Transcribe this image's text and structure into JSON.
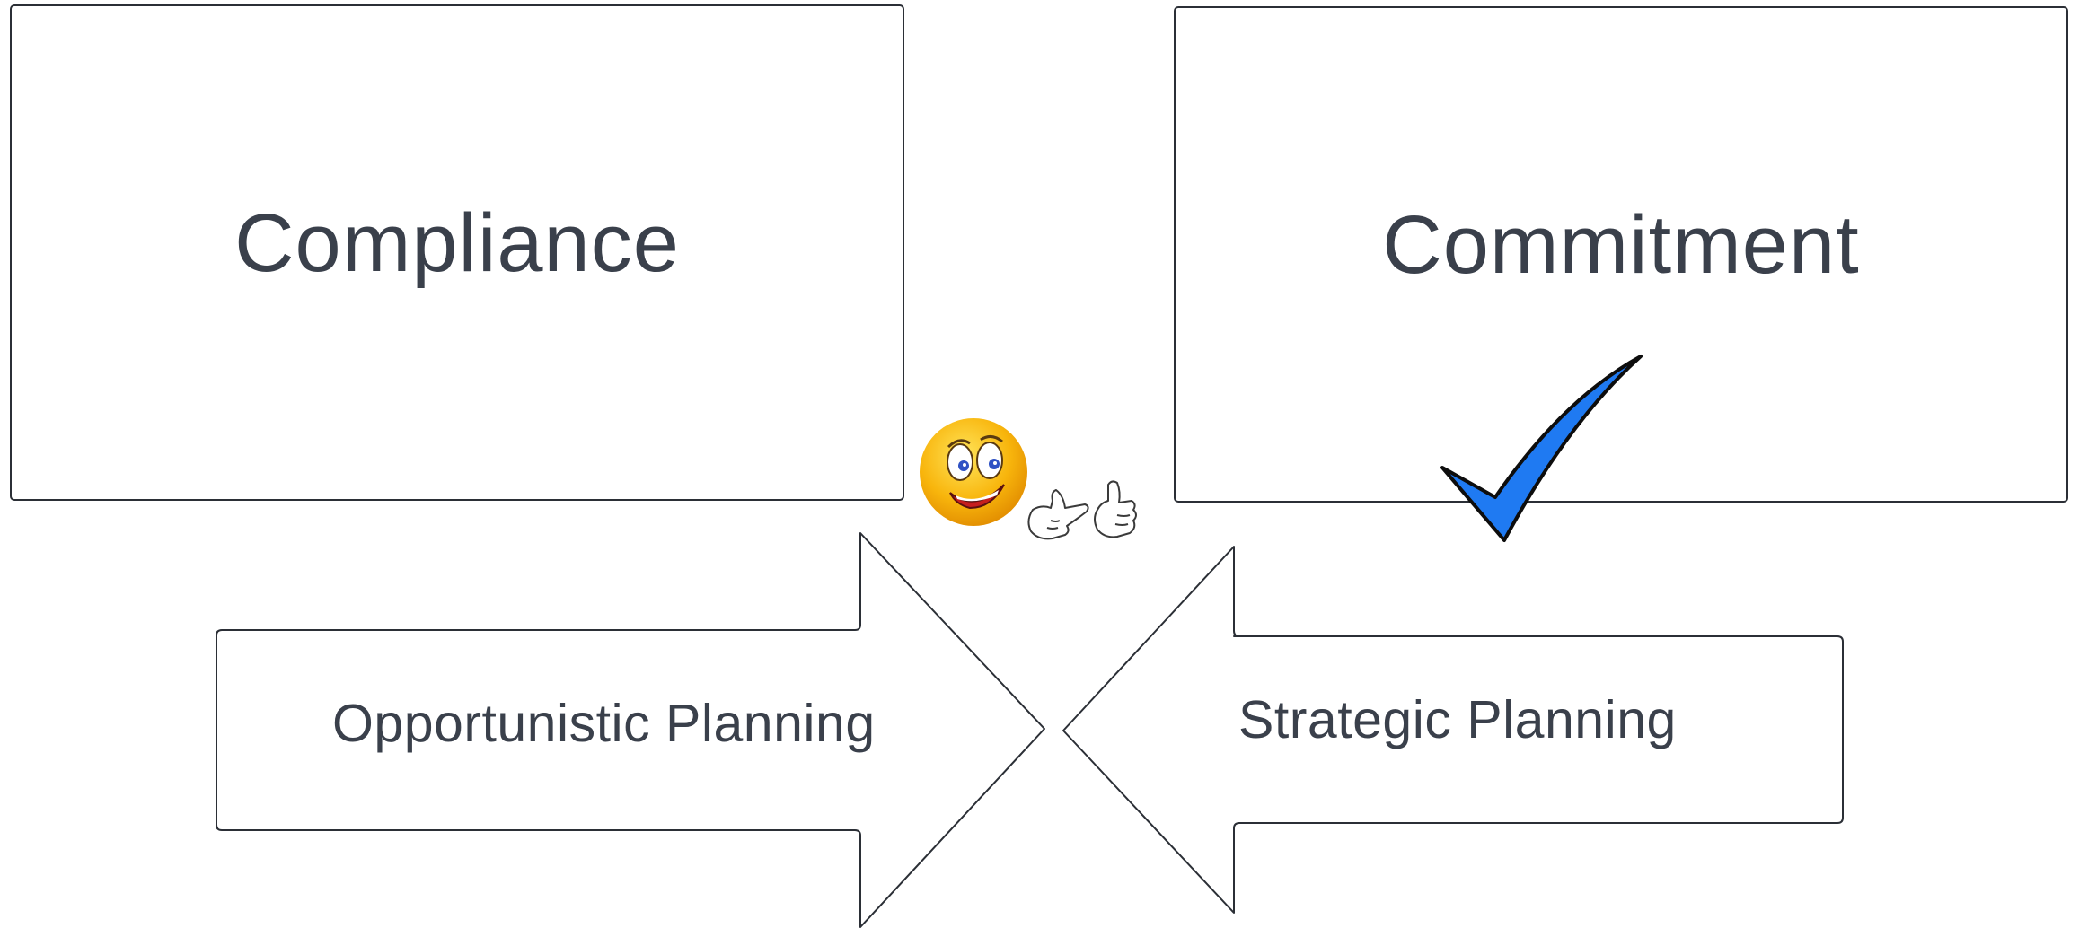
{
  "boxes": {
    "left_label": "Compliance",
    "right_label": "Commitment"
  },
  "arrows": {
    "left_label": "Opportunistic Planning",
    "right_label": "Strategic Planning"
  },
  "icons": {
    "smiley": "smiley-face-icon",
    "hands": "pointing-hands-icon",
    "check": "checkmark-icon"
  },
  "colors": {
    "text": "#3a404b",
    "outline": "#2b2f36",
    "check_fill": "#1f7af2",
    "smiley_fill": "#f8b50c"
  }
}
